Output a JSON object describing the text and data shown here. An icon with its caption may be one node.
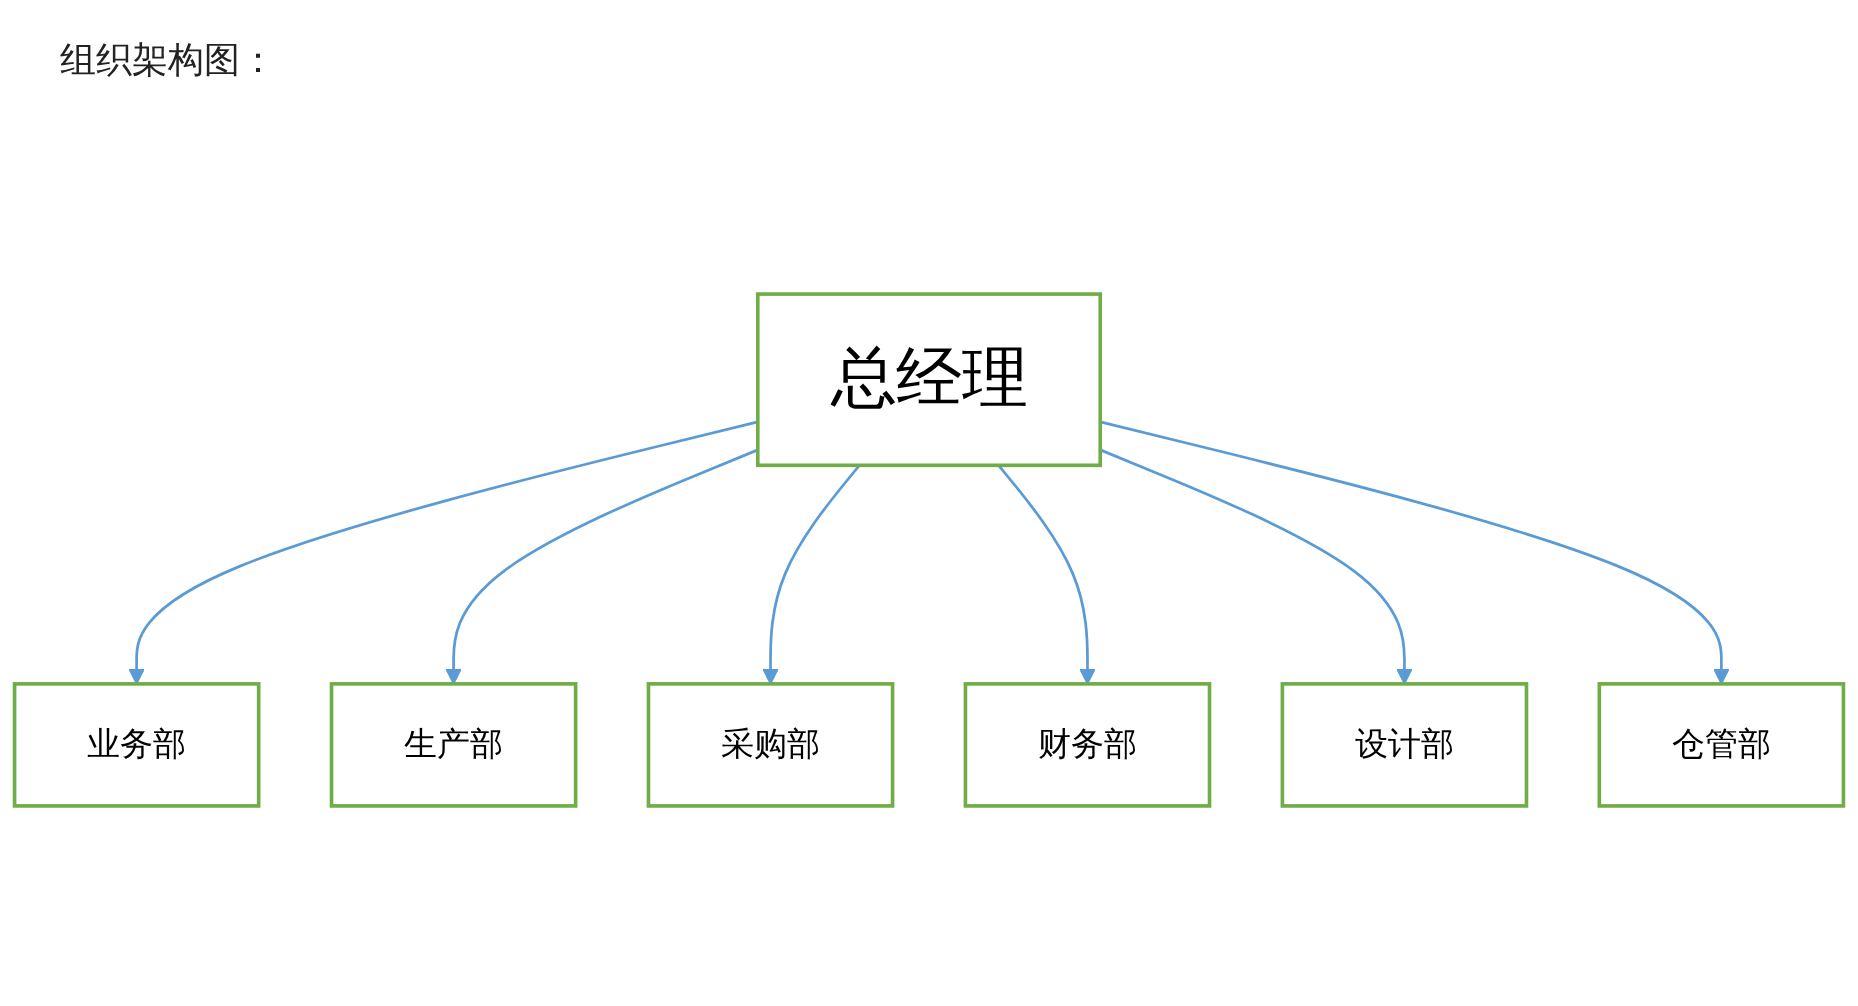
{
  "diagram": {
    "title": "组织架构图：",
    "nodes": [
      {
        "text": [
          "总经理"
        ]
      },
      {
        "text": [
          "业务部"
        ]
      },
      {
        "text": [
          "生产部"
        ]
      },
      {
        "text": [
          "采购部"
        ]
      },
      {
        "text": [
          "财务部"
        ]
      },
      {
        "text": [
          "设计部"
        ]
      },
      {
        "text": [
          "仓管部"
        ]
      }
    ],
    "edges": [
      {
        "from": 0,
        "to": 1,
        "arrow": "to"
      },
      {
        "from": 0,
        "to": 2,
        "arrow": "to"
      },
      {
        "from": 0,
        "to": 3,
        "arrow": "to"
      },
      {
        "from": 0,
        "to": 4,
        "arrow": "to"
      },
      {
        "from": 0,
        "to": 5,
        "arrow": "to"
      },
      {
        "from": 0,
        "to": 6,
        "arrow": "to"
      }
    ]
  }
}
